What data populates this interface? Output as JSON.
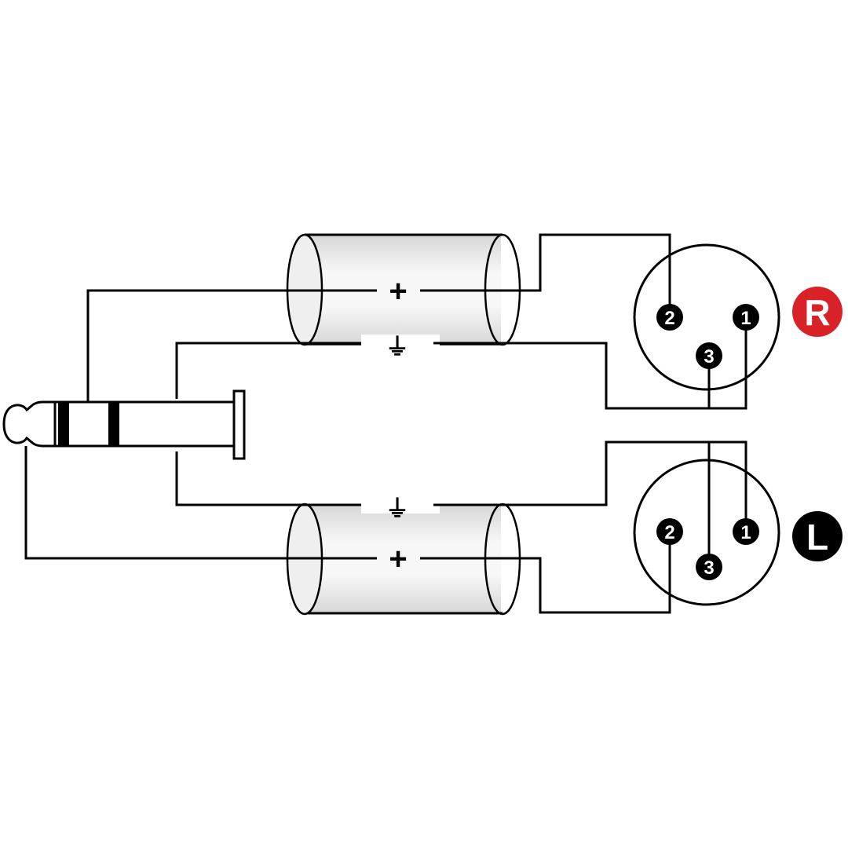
{
  "colors": {
    "background": "#ffffff",
    "line": "#000000",
    "right_badge": "#d92128",
    "left_badge": "#000000",
    "badge_text": "#ffffff",
    "cable_shade": "#dcdcdc"
  },
  "cables": [
    {
      "id": "top",
      "signal_symbol": "+",
      "ground_symbol": "⏚"
    },
    {
      "id": "bottom",
      "signal_symbol": "+",
      "ground_symbol": "⏚"
    }
  ],
  "xlr_connectors": {
    "right": {
      "badge": "R",
      "pins": [
        "2",
        "3",
        "1"
      ]
    },
    "left": {
      "badge": "L",
      "pins": [
        "2",
        "3",
        "1"
      ]
    }
  },
  "icons": {
    "jack": "trs-stereo-jack-icon",
    "xlr": "xlr-connector-icon"
  }
}
